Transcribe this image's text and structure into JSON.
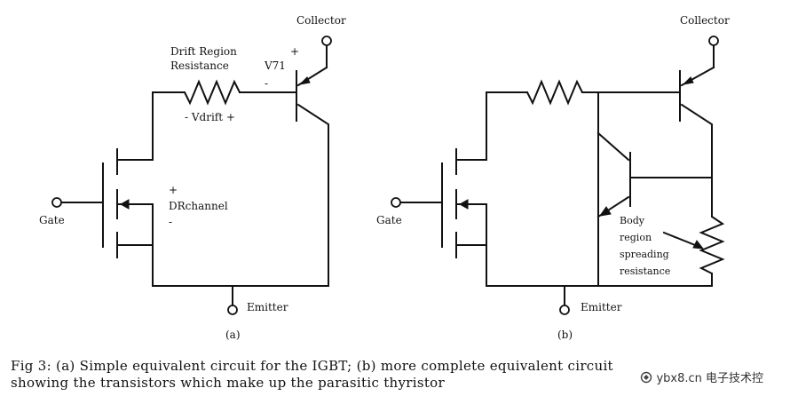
{
  "circuit_a": {
    "collector_label": "Collector",
    "drift_label_line1": "Drift Region",
    "drift_label_line2": "Resistance",
    "v_label": "V71",
    "plus": "+",
    "minus": "-",
    "vdrift_label": "- Vdrift +",
    "dr_label": "DRchannel",
    "gate_label": "Gate",
    "emitter_label": "Emitter",
    "sub_label": "(a)"
  },
  "circuit_b": {
    "collector_label": "Collector",
    "body_line1": "Body",
    "body_line2": "region",
    "body_line3": "spreading",
    "body_line4": "resistance",
    "gate_label": "Gate",
    "emitter_label": "Emitter",
    "sub_label": "(b)"
  },
  "caption": {
    "line1": "Fig 3: (a) Simple equivalent circuit for the IGBT; (b) more complete equivalent circuit",
    "line2": "showing the transistors which make up the parasitic thyristor"
  },
  "watermark": {
    "text": "ybx8.cn 电子技术控"
  }
}
